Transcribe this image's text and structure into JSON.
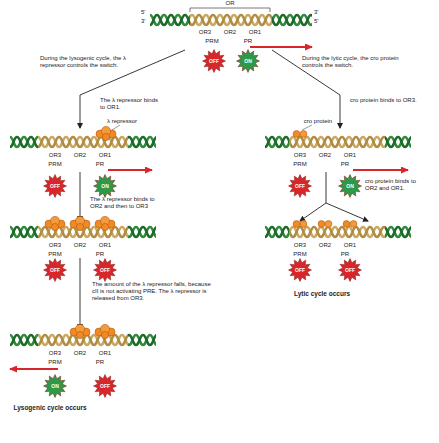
{
  "diagram": {
    "nodes": [
      {
        "text": [
          "OFF"
        ]
      },
      {
        "text": [
          "ON"
        ]
      },
      {
        "text": [
          "OFF"
        ]
      },
      {
        "text": [
          "ON"
        ]
      },
      {
        "text": [
          "OFF"
        ]
      },
      {
        "text": [
          "OFF"
        ]
      },
      {
        "text": [
          "ON"
        ]
      },
      {
        "text": [
          "OFF"
        ]
      },
      {
        "text": [
          "OFF"
        ]
      },
      {
        "text": [
          "ON"
        ]
      },
      {
        "text": [
          "OFF"
        ]
      },
      {
        "text": [
          "OFF"
        ]
      }
    ],
    "labels": [
      "OR",
      "5'",
      "3'",
      "3'",
      "5'",
      "OR3",
      "OR2",
      "OR1",
      "PRM",
      "PR",
      "During the lysogenic cycle, the λ repressor controls the switch.",
      "During the lytic cycle, the cro protein controls the switch.",
      "The λ repressor binds to OR1.",
      "λ repressor",
      "OR3",
      "OR2",
      "OR1",
      "PRM",
      "PR",
      "The λ repressor binds to OR2 and then to OR3",
      "OR3",
      "OR2",
      "OR1",
      "PRM",
      "PR",
      "The amount of the λ repressor falls, because cII is not activating PRE. The λ repressor is released from OR3.",
      "OR3",
      "OR2",
      "OR1",
      "PRM",
      "PR",
      "Lysogenic cycle occurs",
      "cro protein binds to OR3.",
      "cro protein",
      "OR3",
      "OR2",
      "OR1",
      "PRM",
      "PR",
      "cro protein binds to OR2 and OR1.",
      "OR3",
      "OR2",
      "OR1",
      "PRM",
      "PR",
      "Lytic cycle occurs"
    ]
  }
}
